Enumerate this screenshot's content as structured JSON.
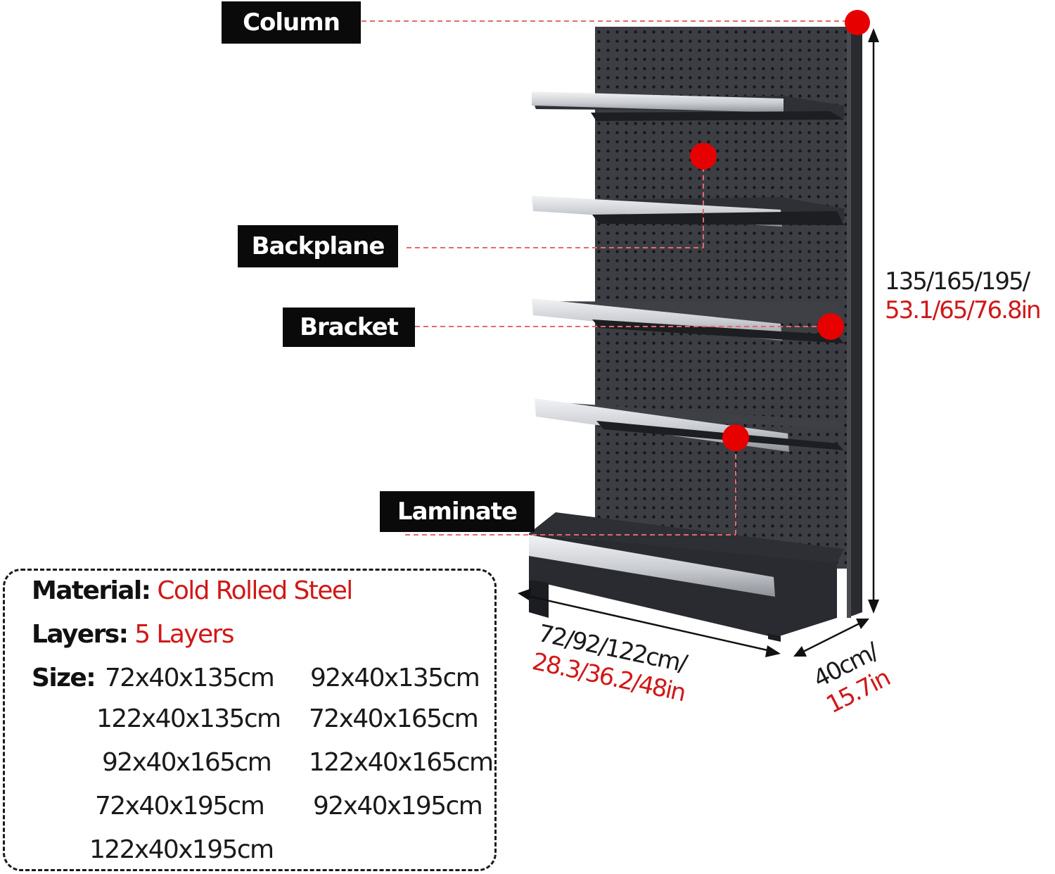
{
  "labels": {
    "column": "Column",
    "backplane": "Backplane",
    "bracket": "Bracket",
    "laminate": "Laminate"
  },
  "dimensions": {
    "height_cm": "135/165/195/",
    "height_in": "53.1/65/76.8in",
    "width_cm": "72/92/122cm/",
    "width_in": "28.3/36.2/48in",
    "depth_cm": "40cm/",
    "depth_in": "15.7in"
  },
  "specs": {
    "material_label": "Material:",
    "material_value": "Cold Rolled Steel",
    "layers_label": "Layers:",
    "layers_value": "5 Layers",
    "size_label": "Size:",
    "sizes": [
      "72x40x135cm",
      "92x40x135cm",
      "122x40x135cm",
      "72x40x165cm",
      "92x40x165cm",
      "122x40x165cm",
      "72x40x195cm",
      "92x40x195cm",
      "122x40x195cm"
    ]
  },
  "colors": {
    "accent_red": "#d01818",
    "marker_red": "#e60000",
    "steel": "#3c3e43",
    "rail_silver": "#c9ccd1"
  }
}
